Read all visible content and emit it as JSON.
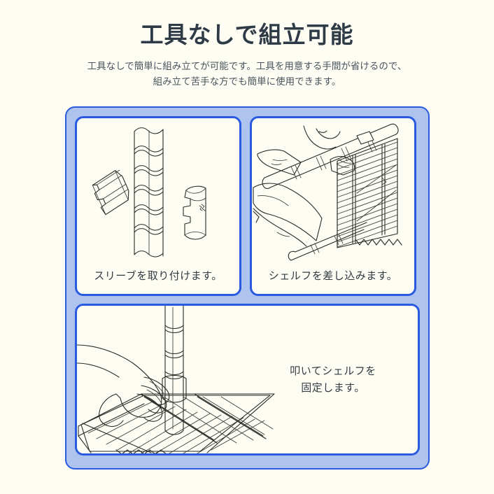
{
  "header": {
    "title": "工具なしで組立可能",
    "subtitle_line1": "工具なしで簡単に組み立てが可能です。工具を用意する手間が省けるので、",
    "subtitle_line2": "組み立て苦手な方でも簡単に使用できます。"
  },
  "steps": [
    {
      "id": "step-sleeve",
      "caption": "スリーブを取り付けます。",
      "art_name": "pole-and-sleeve-illustration"
    },
    {
      "id": "step-insert-shelf",
      "caption": "シェルフを差し込みます。",
      "art_name": "inserting-shelf-illustration"
    },
    {
      "id": "step-tap-fix",
      "caption_line1": "叩いてシェルフを",
      "caption_line2": "固定します。",
      "art_name": "tapping-shelf-illustration"
    }
  ],
  "colors": {
    "page_background": "#fdfdf3",
    "panel_background": "#fdfdf3",
    "container_fill": "#aec3ed",
    "border_blue": "#2a5ae0",
    "title_text": "#2e3a45",
    "body_text": "#4b555e",
    "caption_text": "#333b42",
    "line_art": "#2b2b2b"
  }
}
